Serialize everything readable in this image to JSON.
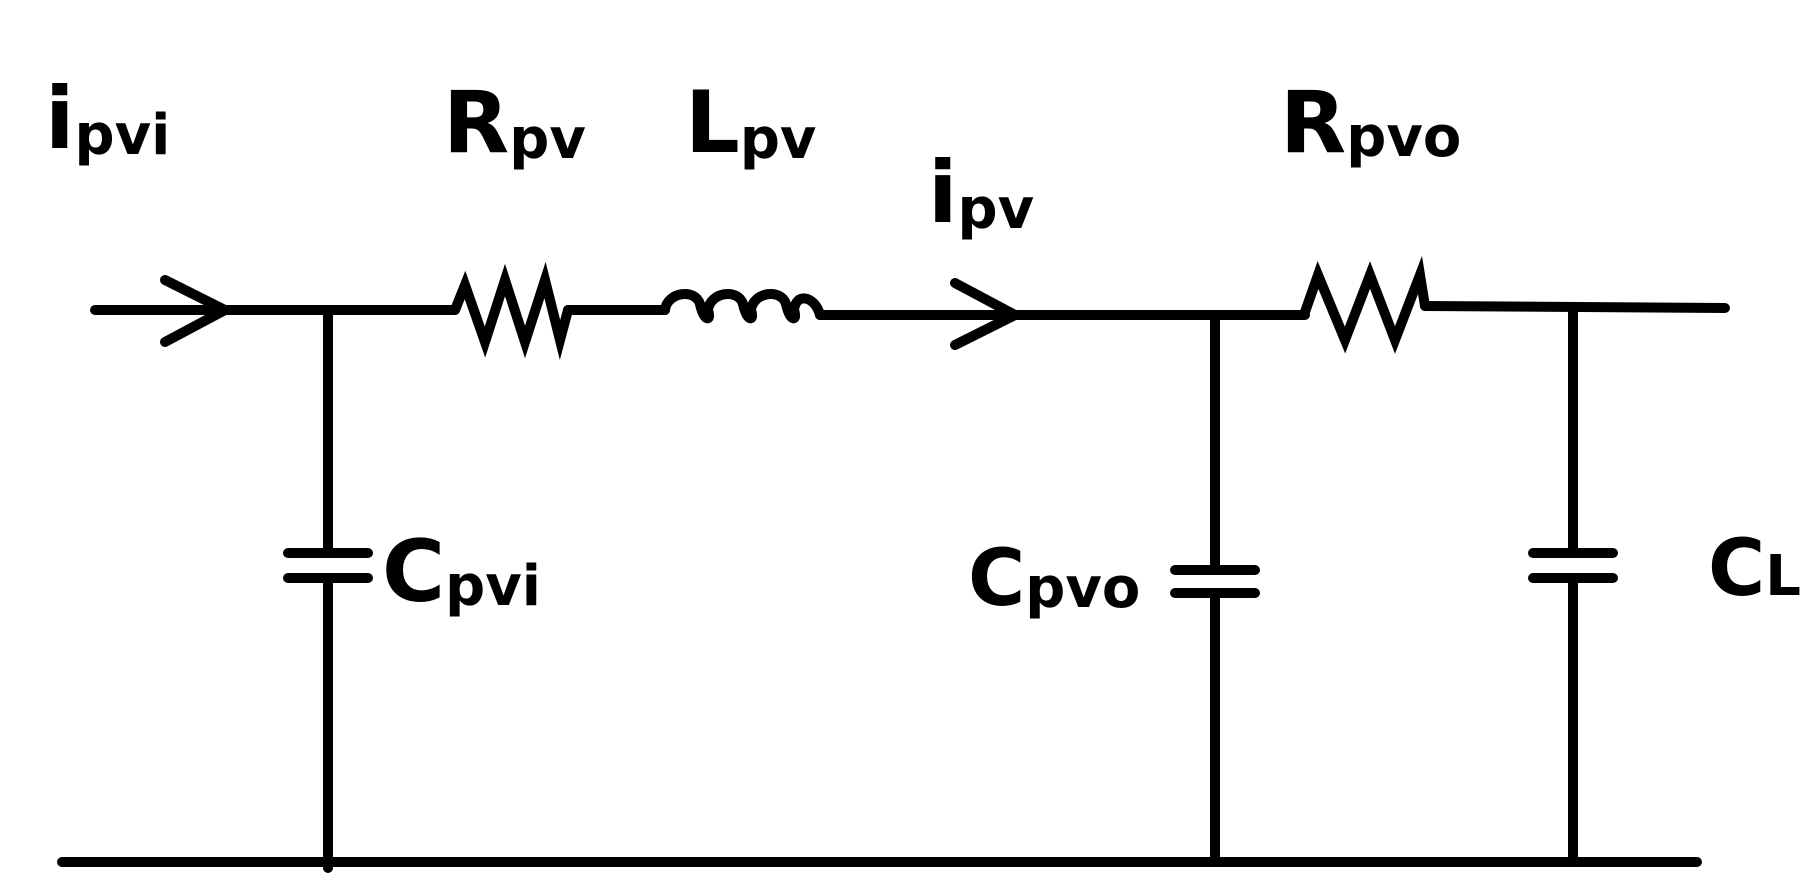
{
  "diagram": {
    "line_color": "#000000",
    "labels": {
      "ipvi": {
        "main": "i",
        "sub": "pvi"
      },
      "rpv": {
        "main": "R",
        "sub": "pv"
      },
      "lpv": {
        "main": "L",
        "sub": "pv"
      },
      "ipv": {
        "main": "i",
        "sub": "pv"
      },
      "rpvo": {
        "main": "R",
        "sub": "pvo"
      },
      "cpvi": {
        "main": "C",
        "sub": "pvi"
      },
      "cpvo": {
        "main": "C",
        "sub": "pvo"
      },
      "cl": {
        "main": "C",
        "sub": "L"
      }
    }
  }
}
